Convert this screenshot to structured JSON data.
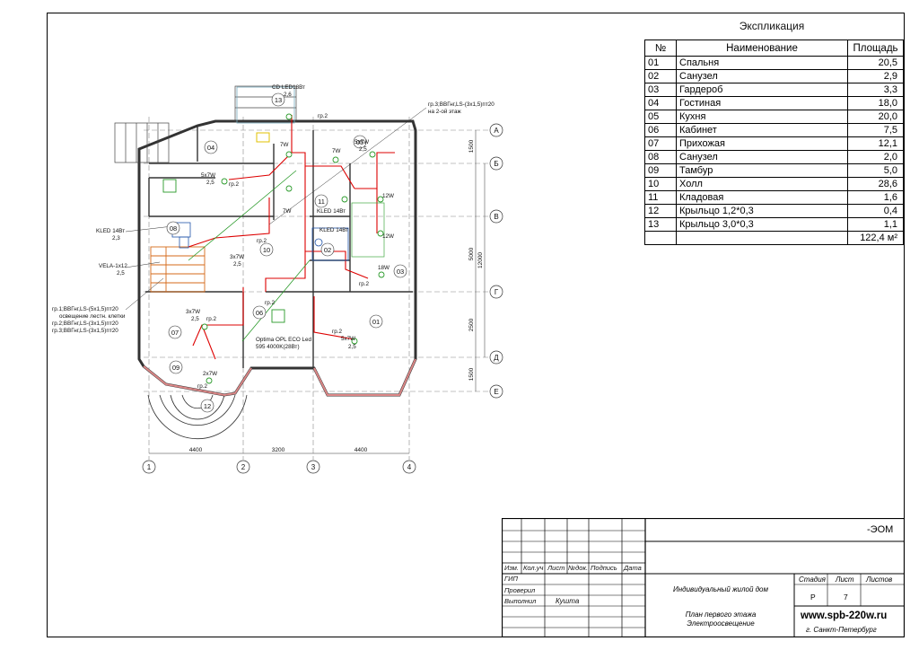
{
  "explication": {
    "title": "Экспликация",
    "headers": {
      "num": "№",
      "name": "Наименование",
      "area": "Площадь"
    },
    "rows": [
      {
        "num": "01",
        "name": "Спальня",
        "area": "20,5"
      },
      {
        "num": "02",
        "name": "Санузел",
        "area": "2,9"
      },
      {
        "num": "03",
        "name": "Гардероб",
        "area": "3,3"
      },
      {
        "num": "04",
        "name": "Гостиная",
        "area": "18,0"
      },
      {
        "num": "05",
        "name": "Кухня",
        "area": "20,0"
      },
      {
        "num": "06",
        "name": "Кабинет",
        "area": "7,5"
      },
      {
        "num": "07",
        "name": "Прихожая",
        "area": "12,1"
      },
      {
        "num": "08",
        "name": "Санузел",
        "area": "2,0"
      },
      {
        "num": "09",
        "name": "Тамбур",
        "area": "5,0"
      },
      {
        "num": "10",
        "name": "Холл",
        "area": "28,6"
      },
      {
        "num": "11",
        "name": "Кладовая",
        "area": "1,6"
      },
      {
        "num": "12",
        "name": "Крыльцо 1,2*0,3",
        "area": "0,4"
      },
      {
        "num": "13",
        "name": "Крыльцо 3,0*0,3",
        "area": "1,1"
      }
    ],
    "total": "122,4 м²"
  },
  "title_block": {
    "code": "-ЭОМ",
    "columns": [
      "Изм.",
      "Кол.уч",
      "Лист",
      "№док.",
      "Подпись",
      "Дата"
    ],
    "roles": [
      "ГИП",
      "Проверил",
      "Выполнил"
    ],
    "executor": "Кушта",
    "project": "Индивидуальный жилой дом",
    "stage_headers": [
      "Стадия",
      "Лист",
      "Листов"
    ],
    "stage": "Р",
    "sheet": "7",
    "sheets": "",
    "sheet_title_1": "План первого этажа",
    "sheet_title_2": "Электроосвещение",
    "website": "www.spb-220w.ru",
    "city": "г. Санкт-Петербург"
  },
  "plan": {
    "axes_letters": [
      "А",
      "Б",
      "В",
      "Г",
      "Д",
      "Е"
    ],
    "axes_numbers": [
      "1",
      "2",
      "3",
      "4"
    ],
    "dims_bottom": [
      "4400",
      "3200",
      "4400"
    ],
    "dims_right": [
      "1500",
      "5000",
      "2500",
      "1500"
    ],
    "dim_right_total": "12000",
    "room_tags": [
      "01",
      "02",
      "03",
      "04",
      "05",
      "06",
      "07",
      "08",
      "09",
      "10",
      "11",
      "12",
      "13"
    ],
    "labels": {
      "cd_led": "CD LED18Вт",
      "cd_led_val": "2,6",
      "riser": "гр.3;ВВГнг,LS-(3x1,5)пт20",
      "riser2": "на 2-ой этаж",
      "kled_left": "KLED 14Вт",
      "kled_left_val": "2,3",
      "vela": "VELA-1x12",
      "vela_val": "2,5",
      "gr1": "гр.1;ВВГнг,LS-(5x1,5)пт20",
      "gr1b": "освещение лестн. клетки",
      "gr2": "гр.2;ВВГнг,LS-(3x1,5)пт20",
      "gr3": "гр.3;ВВГнг,LS-(3x1,5)пт20",
      "kled11": "KLED 14Вт",
      "kled02": "KLED 14Вт",
      "optima": "Optima OPL ECO Led",
      "optima2": "595 4000K(28Вт)",
      "w5x7": "5x7W",
      "w3x7": "3x7W",
      "w2x7": "2x7W",
      "w7": "7W",
      "w12": "12W",
      "w18": "18W",
      "v25": "2,5",
      "gr2_short": "гр.2"
    }
  }
}
